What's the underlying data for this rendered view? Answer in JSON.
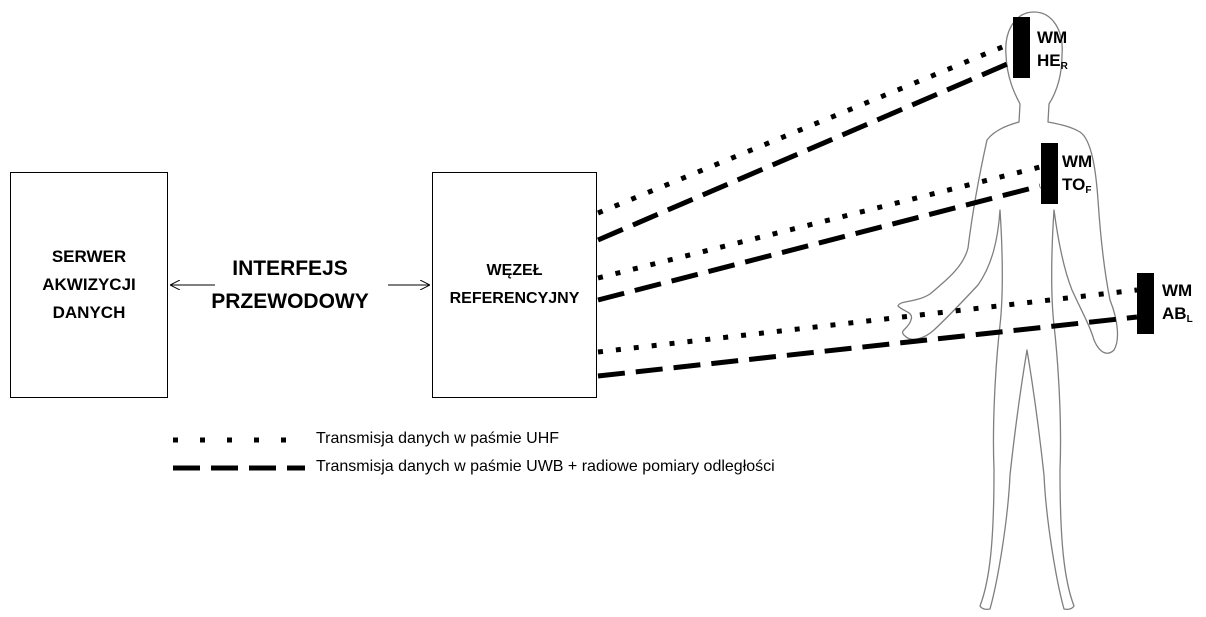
{
  "diagram": {
    "server_box": {
      "label": "SERWER\nAKWIZYCJI\nDANYCH"
    },
    "node_box": {
      "label": "WĘZEŁ\nREFERENCYJNY"
    },
    "interface": {
      "label": "INTERFEJS\nPRZEWODOWY"
    },
    "sensors": [
      {
        "line1": "WM",
        "main": "HE",
        "sub": "R"
      },
      {
        "line1": "WM",
        "main": "TO",
        "sub": "F"
      },
      {
        "line1": "WM",
        "main": "AB",
        "sub": "L"
      }
    ],
    "legend": [
      {
        "style": "dotted",
        "text": "Transmisja danych w paśmie UHF"
      },
      {
        "style": "dashed",
        "text": "Transmisja danych w paśmie UWB + radiowe pomiary odległości"
      }
    ],
    "colors": {
      "stroke": "#000000",
      "body_outline": "#7f7f7f",
      "background": "#ffffff"
    }
  }
}
